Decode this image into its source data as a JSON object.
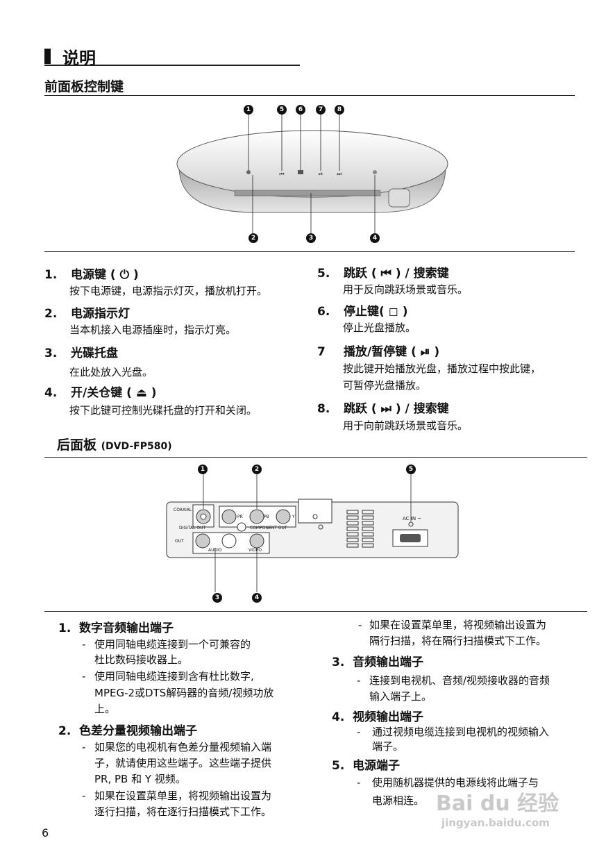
{
  "header": {
    "title": "说明"
  },
  "front": {
    "title": "前面板控制键",
    "callout_top": [
      "1",
      "5",
      "6",
      "7",
      "8"
    ],
    "callout_bottom": [
      "2",
      "3",
      "4"
    ],
    "left_items": [
      {
        "num": "1.",
        "title": "电源键",
        "sym": "( ⏻ )",
        "desc": [
          "按下电源键，电源指示灯灭，播放机打开。"
        ]
      },
      {
        "num": "2.",
        "title": "电源指示灯",
        "sym": "",
        "desc": [
          "当本机接入电源插座时，指示灯亮。"
        ]
      },
      {
        "num": "3.",
        "title": "光碟托盘",
        "sym": "",
        "desc": [
          "在此处放入光盘。"
        ]
      },
      {
        "num": "4.",
        "title": "开/关仓键",
        "sym": "( ⏏ )",
        "desc": [
          "按下此键可控制光碟托盘的打开和关闭。"
        ]
      }
    ],
    "right_items": [
      {
        "num": "5.",
        "title": "跳跃",
        "sym": "( ⏮ ) / 搜索键",
        "desc": [
          "用于反向跳跃场景或音乐。"
        ]
      },
      {
        "num": "6.",
        "title": "停止键",
        "sym": "( ◻ )",
        "desc": [
          "停止光盘播放。"
        ]
      },
      {
        "num": "7",
        "title": "播放/暂停键",
        "sym": "( ⏯ )",
        "desc": [
          "按此键开始播放光盘，播放过程中按此键，",
          "可暂停光盘播放。"
        ]
      },
      {
        "num": "8.",
        "title": "跳跃",
        "sym": "( ⏭ ) / 搜索键",
        "desc": [
          "用于向前跳跃场景或音乐。"
        ]
      }
    ]
  },
  "rear": {
    "title": "后面板",
    "model": "(DVD-FP580)",
    "callout_top": [
      "1",
      "2",
      "5"
    ],
    "callout_bottom": [
      "3",
      "4"
    ],
    "panel_labels": {
      "coaxial": "COAXIAL",
      "digital_out": "DIGITAL OUT",
      "component_out": "COMPONENT OUT",
      "pr": "PR",
      "pb": "PB",
      "y": "Y",
      "audio": "AUDIO",
      "video": "VIDEO",
      "ac_in": "AC IN ~",
      "out": "OUT"
    },
    "left_items": [
      {
        "num": "1.",
        "title": "数字音频输出端子",
        "lines": [
          {
            "b": "-",
            "t": "使用同轴电缆连接到一个可兼容的"
          },
          {
            "b": "",
            "t": "杜比数码接收器上。"
          },
          {
            "b": "-",
            "t": "使用同轴电缆连接到含有杜比数字,"
          },
          {
            "b": "",
            "t": "MPEG-2或DTS解码器的音频/视频功放"
          },
          {
            "b": "",
            "t": "上。"
          }
        ]
      },
      {
        "num": "2.",
        "title": "色差分量视频输出端子",
        "lines": [
          {
            "b": "-",
            "t": "如果您的电视机有色差分量视频输入端"
          },
          {
            "b": "",
            "t": "子，就请使用这些端子。这些端子提供"
          },
          {
            "b": "",
            "t": "PR, PB 和 Y 视频。"
          },
          {
            "b": "-",
            "t": "如果在设置菜单里，将视频输出设置为"
          },
          {
            "b": "",
            "t": "逐行扫描，将在逐行扫描模式下工作。"
          }
        ]
      }
    ],
    "right_top_lines": [
      {
        "b": "-",
        "t": "如果在设置菜单里，将视频输出设置为"
      },
      {
        "b": "",
        "t": "隔行扫描，将在隔行扫描模式下工作。"
      }
    ],
    "right_items": [
      {
        "num": "3.",
        "title": "音频输出端子",
        "lines": [
          {
            "b": "-",
            "t": "连接到电视机、音频/视频接收器的音频"
          },
          {
            "b": "",
            "t": "输入端子上。"
          }
        ]
      },
      {
        "num": "4.",
        "title": "视频输出端子",
        "lines": [
          {
            "b": "-",
            "t": "通过视频电缆连接到电视机的视频输入"
          },
          {
            "b": "",
            "t": "端子。"
          }
        ]
      },
      {
        "num": "5.",
        "title": "电源端子",
        "lines": [
          {
            "b": "-",
            "t": "使用随机器提供的电源线将此端子与"
          },
          {
            "b": "",
            "t": "电源相连。"
          }
        ]
      }
    ]
  },
  "footer": {
    "page_number": "6"
  },
  "watermark": {
    "brand": "Bai du 经验",
    "url": "jingyan.baidu.com"
  }
}
